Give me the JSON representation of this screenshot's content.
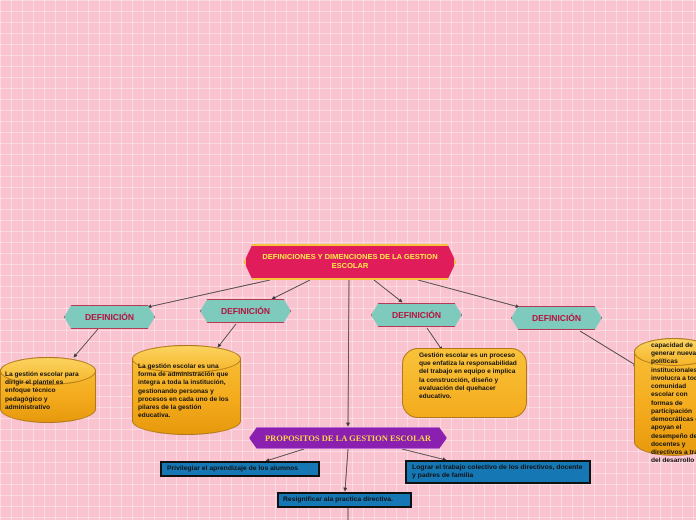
{
  "root": {
    "title": "DEFINICIONES Y DIMENCIONES DE LA GESTION ESCOLAR"
  },
  "definitions": [
    {
      "label": "DEFINICIÓN",
      "text": "La gestión escolar para dirigir el plantel es enfoque técnico pedagógico y administrativo"
    },
    {
      "label": "DEFINICIÓN",
      "text": "La gestión escolar es una forma de administración que integra a toda la institución, gestionando personas y procesos en cada uno de los pilares de la gestión educativa."
    },
    {
      "label": "DEFINICIÓN",
      "text": "Gestión escolar es un proceso que enfatiza la responsabilidad del trabajo en equipo e implica la construcción, diseño y evaluación del quehacer educativo."
    },
    {
      "label": "DEFINICIÓN",
      "text": "capacidad de generar nuevas políticas institucionales, involucra a toda la comunidad escolar con formas de participación democráticas que apoyan el desempeño de docentes y directivos a través del desarrollo"
    }
  ],
  "purposes": {
    "title": "PROPOSITOS DE LA GESTION ESCOLAR",
    "items": [
      "Privilegiar el aprendizaje de los alumnos",
      "Lograr el trabajo colectivo de los directivos, docente y padres de familia",
      "Resignificar ala practica directiva."
    ]
  },
  "colors": {
    "root": "#e01c5a",
    "definition_tag": "#7ecbbd",
    "definition_body": "#f4ab1d",
    "purpose": "#8b1fb0",
    "purpose_item": "#1577b4"
  }
}
